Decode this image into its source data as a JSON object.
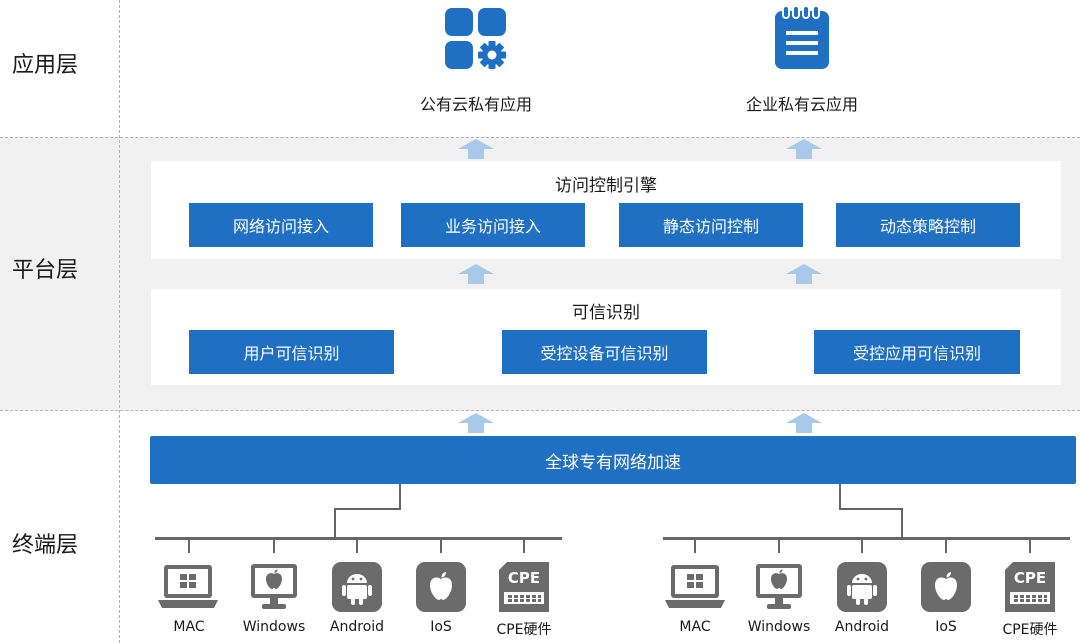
{
  "layers": {
    "application": "应用层",
    "platform": "平台层",
    "terminal": "终端层"
  },
  "apps": {
    "public_cloud": "公有云私有应用",
    "enterprise_cloud": "企业私有云应用"
  },
  "engine": {
    "title": "访问控制引擎",
    "items": [
      "网络访问接入",
      "业务访问接入",
      "静态访问控制",
      "动态策略控制"
    ]
  },
  "trust": {
    "title": "可信识别",
    "items": [
      "用户可信识别",
      "受控设备可信识别",
      "受控应用可信识别"
    ]
  },
  "acceleration": "全球专有网络加速",
  "devices_left": [
    "MAC",
    "Windows",
    "Android",
    "IoS",
    "CPE硬件"
  ],
  "devices_right": [
    "MAC",
    "Windows",
    "Android",
    "IoS",
    "CPE硬件"
  ],
  "device_icons": [
    "laptop-icon",
    "apple-monitor-icon",
    "android-icon",
    "apple-icon",
    "cpe-icon"
  ],
  "cpe_text": "CPE",
  "colors": {
    "accent_blue": "#1f6fc2",
    "device_gray": "#6b6b6b",
    "arrow_blue": "#a9c9ea",
    "band_gray": "#f1f1f1"
  }
}
